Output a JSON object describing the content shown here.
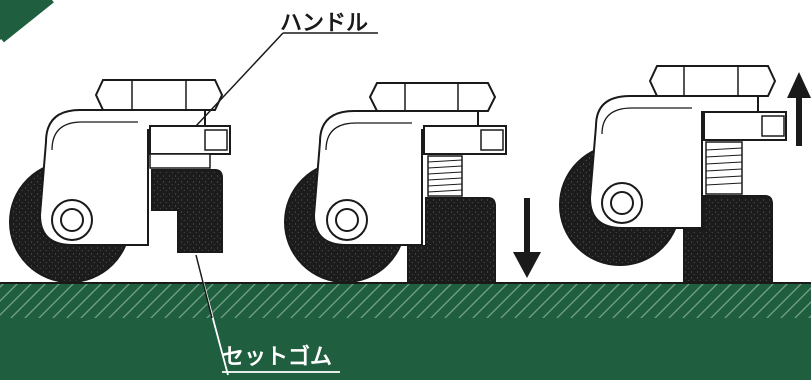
{
  "labels": {
    "handle": "ハンドル",
    "set_rubber": "セットゴム"
  },
  "colors": {
    "ground": "#1f5f3f",
    "ground_hatch": "#7fa98f",
    "outline": "#1a1a1a",
    "rubber": "#1c1c1c",
    "metal": "#ffffff"
  },
  "arrows": {
    "middle": "down-arrow",
    "right": "up-arrow"
  }
}
